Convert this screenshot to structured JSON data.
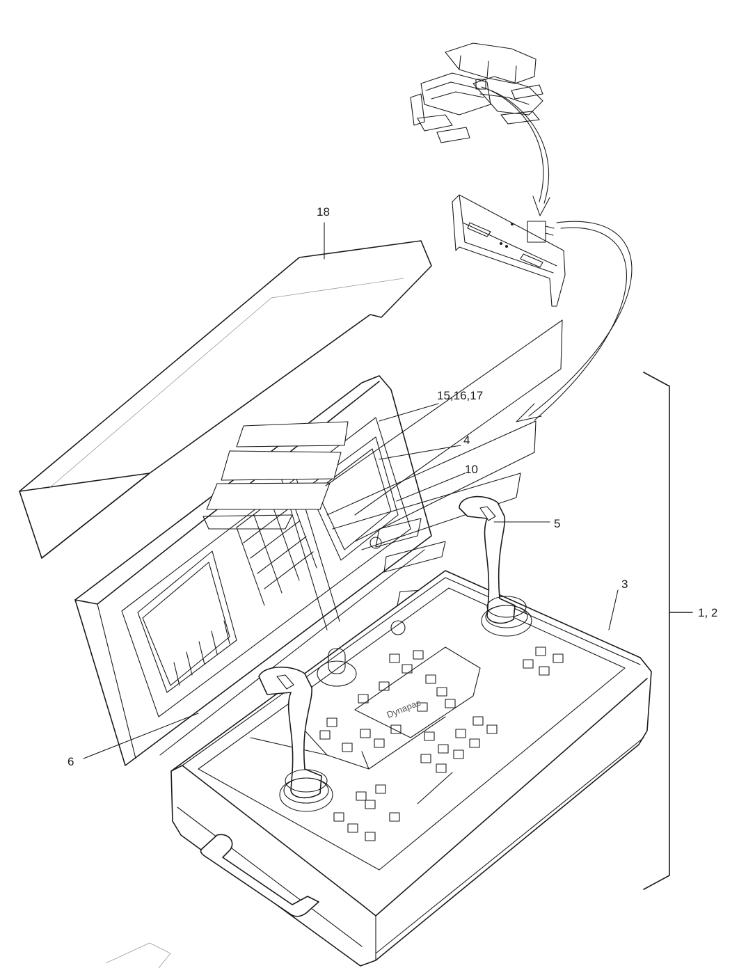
{
  "diagram": {
    "labels": {
      "lid": "18",
      "box_assembly": "1, 2",
      "control_panel": "3",
      "display_group": "15,16,17",
      "screen": "4",
      "keypad": "10",
      "joystick_right": "5",
      "joystick_left": "6"
    },
    "brand": "Dynapac"
  }
}
